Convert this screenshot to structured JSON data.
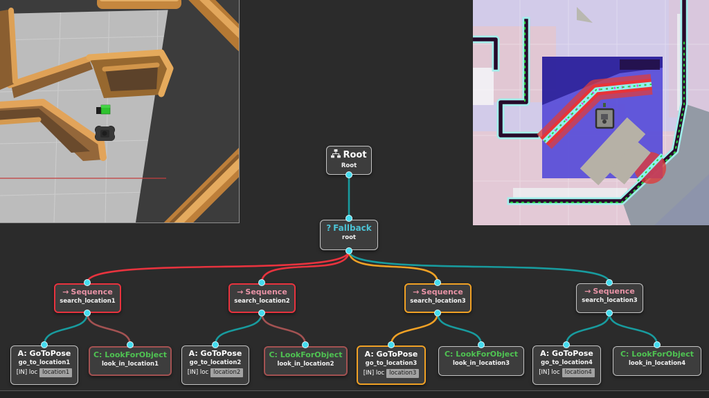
{
  "colors": {
    "background": "#2b2b2b",
    "node_background": "#3d3d3d",
    "idle_border": "#c6c6c6",
    "failure_red": "#e8333e",
    "running_orange": "#f0a125",
    "edge_teal": "#189b9e",
    "dim_red": "#a35252",
    "port_cyan": "#45dcef",
    "sequence_pink": "#e893a6",
    "fallback_cyan": "#4cc2d4",
    "condition_green": "#4fc352"
  },
  "panels": {
    "simulation_view": {
      "label": "gazebo-3d-view"
    },
    "map_view": {
      "label": "costmap-view"
    }
  },
  "tree": {
    "nodes": {
      "root": {
        "title": "Root",
        "subtitle": "Root",
        "status": "idle"
      },
      "fallback": {
        "icon": "?",
        "title": "Fallback",
        "subtitle": "root",
        "status": "idle"
      },
      "seq1": {
        "icon": "→",
        "title": "Sequence",
        "subtitle": "search_location1",
        "status": "failure"
      },
      "seq2": {
        "icon": "→",
        "title": "Sequence",
        "subtitle": "search_location2",
        "status": "failure"
      },
      "seq3": {
        "icon": "→",
        "title": "Sequence",
        "subtitle": "search_location3",
        "status": "running"
      },
      "seq4": {
        "icon": "→",
        "title": "Sequence",
        "subtitle": "search_location3",
        "status": "idle"
      },
      "goto1": {
        "title": "A: GoToPose",
        "subtitle": "go_to_location1",
        "port_label": "[IN] loc",
        "port_value": "location1",
        "status": "idle"
      },
      "look1": {
        "title": "C: LookForObject",
        "subtitle": "look_in_location1",
        "status": "failure_dim"
      },
      "goto2": {
        "title": "A: GoToPose",
        "subtitle": "go_to_location2",
        "port_label": "[IN] loc",
        "port_value": "location2",
        "status": "idle"
      },
      "look2": {
        "title": "C: LookForObject",
        "subtitle": "look_in_location2",
        "status": "failure_dim"
      },
      "goto3": {
        "title": "A: GoToPose",
        "subtitle": "go_to_location3",
        "port_label": "[IN] loc",
        "port_value": "location3",
        "status": "running"
      },
      "look3": {
        "title": "C: LookForObject",
        "subtitle": "look_in_location3",
        "status": "idle"
      },
      "goto4": {
        "title": "A: GoToPose",
        "subtitle": "go_to_location4",
        "port_label": "[IN] loc",
        "port_value": "location4",
        "status": "idle"
      },
      "look4": {
        "title": "C: LookForObject",
        "subtitle": "look_in_location4",
        "status": "idle"
      }
    },
    "edges": [
      {
        "from": "root",
        "to": "fallback",
        "color": "teal"
      },
      {
        "from": "fallback",
        "to": "seq1",
        "color": "red"
      },
      {
        "from": "fallback",
        "to": "seq2",
        "color": "red"
      },
      {
        "from": "fallback",
        "to": "seq3",
        "color": "orange"
      },
      {
        "from": "fallback",
        "to": "seq4",
        "color": "teal"
      },
      {
        "from": "seq1",
        "to": "goto1",
        "color": "teal"
      },
      {
        "from": "seq1",
        "to": "look1",
        "color": "dimred"
      },
      {
        "from": "seq2",
        "to": "goto2",
        "color": "teal"
      },
      {
        "from": "seq2",
        "to": "look2",
        "color": "dimred"
      },
      {
        "from": "seq3",
        "to": "goto3",
        "color": "orange"
      },
      {
        "from": "seq3",
        "to": "look3",
        "color": "teal"
      },
      {
        "from": "seq4",
        "to": "goto4",
        "color": "teal"
      },
      {
        "from": "seq4",
        "to": "look4",
        "color": "teal"
      }
    ]
  }
}
